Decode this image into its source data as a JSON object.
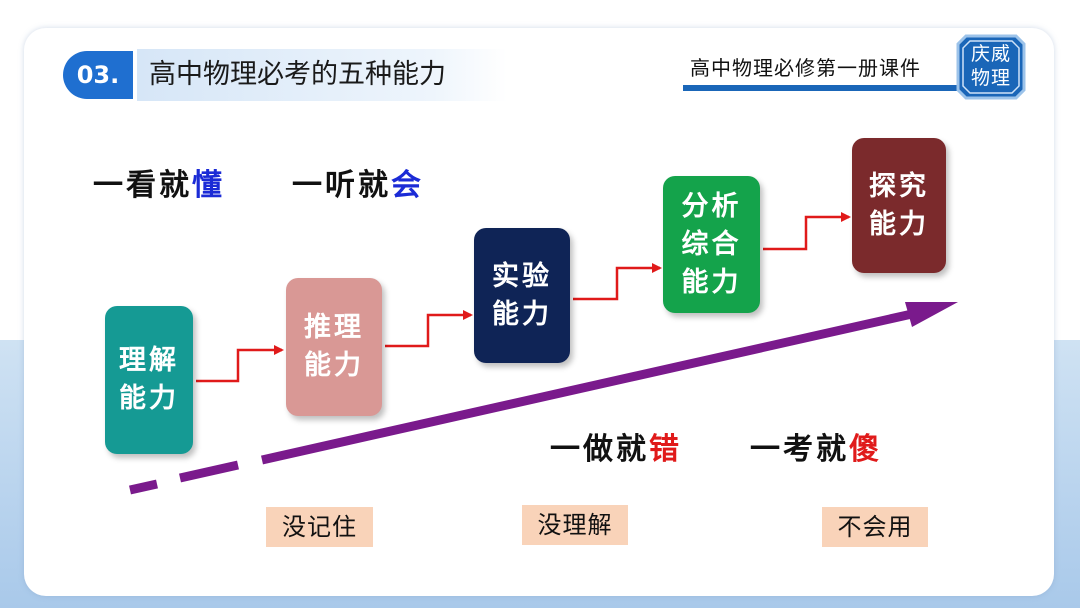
{
  "header": {
    "section_number": "03.",
    "section_title": "高中物理必考的五种能力",
    "course_title": "高中物理必修第一册课件",
    "logo_line1": "庆威",
    "logo_line2": "物理"
  },
  "phrases": {
    "p1_prefix": "一看就",
    "p1_key": "懂",
    "p2_prefix": "一听就",
    "p2_key": "会",
    "p3_prefix": "一做就",
    "p3_key": "错",
    "p4_prefix": "一考就",
    "p4_key": "傻"
  },
  "abilities": [
    {
      "line1": "理解",
      "line2": "能力",
      "color": "#159a94"
    },
    {
      "line1": "推理",
      "line2": "能力",
      "color": "#d99895"
    },
    {
      "line1": "实验",
      "line2": "能力",
      "color": "#0f2456"
    },
    {
      "line1": "分析",
      "line2": "综合",
      "line3": "能力",
      "color": "#14a34b"
    },
    {
      "line1": "探究",
      "line2": "能力",
      "color": "#7b2a2c"
    }
  ],
  "tags": [
    "没记住",
    "没理解",
    "不会用"
  ],
  "colors": {
    "accent_blue": "#1f6fd0",
    "arrow_purple": "#7a1a8c",
    "connector_red": "#e01a1a",
    "tag_bg": "#f9d3b9"
  }
}
